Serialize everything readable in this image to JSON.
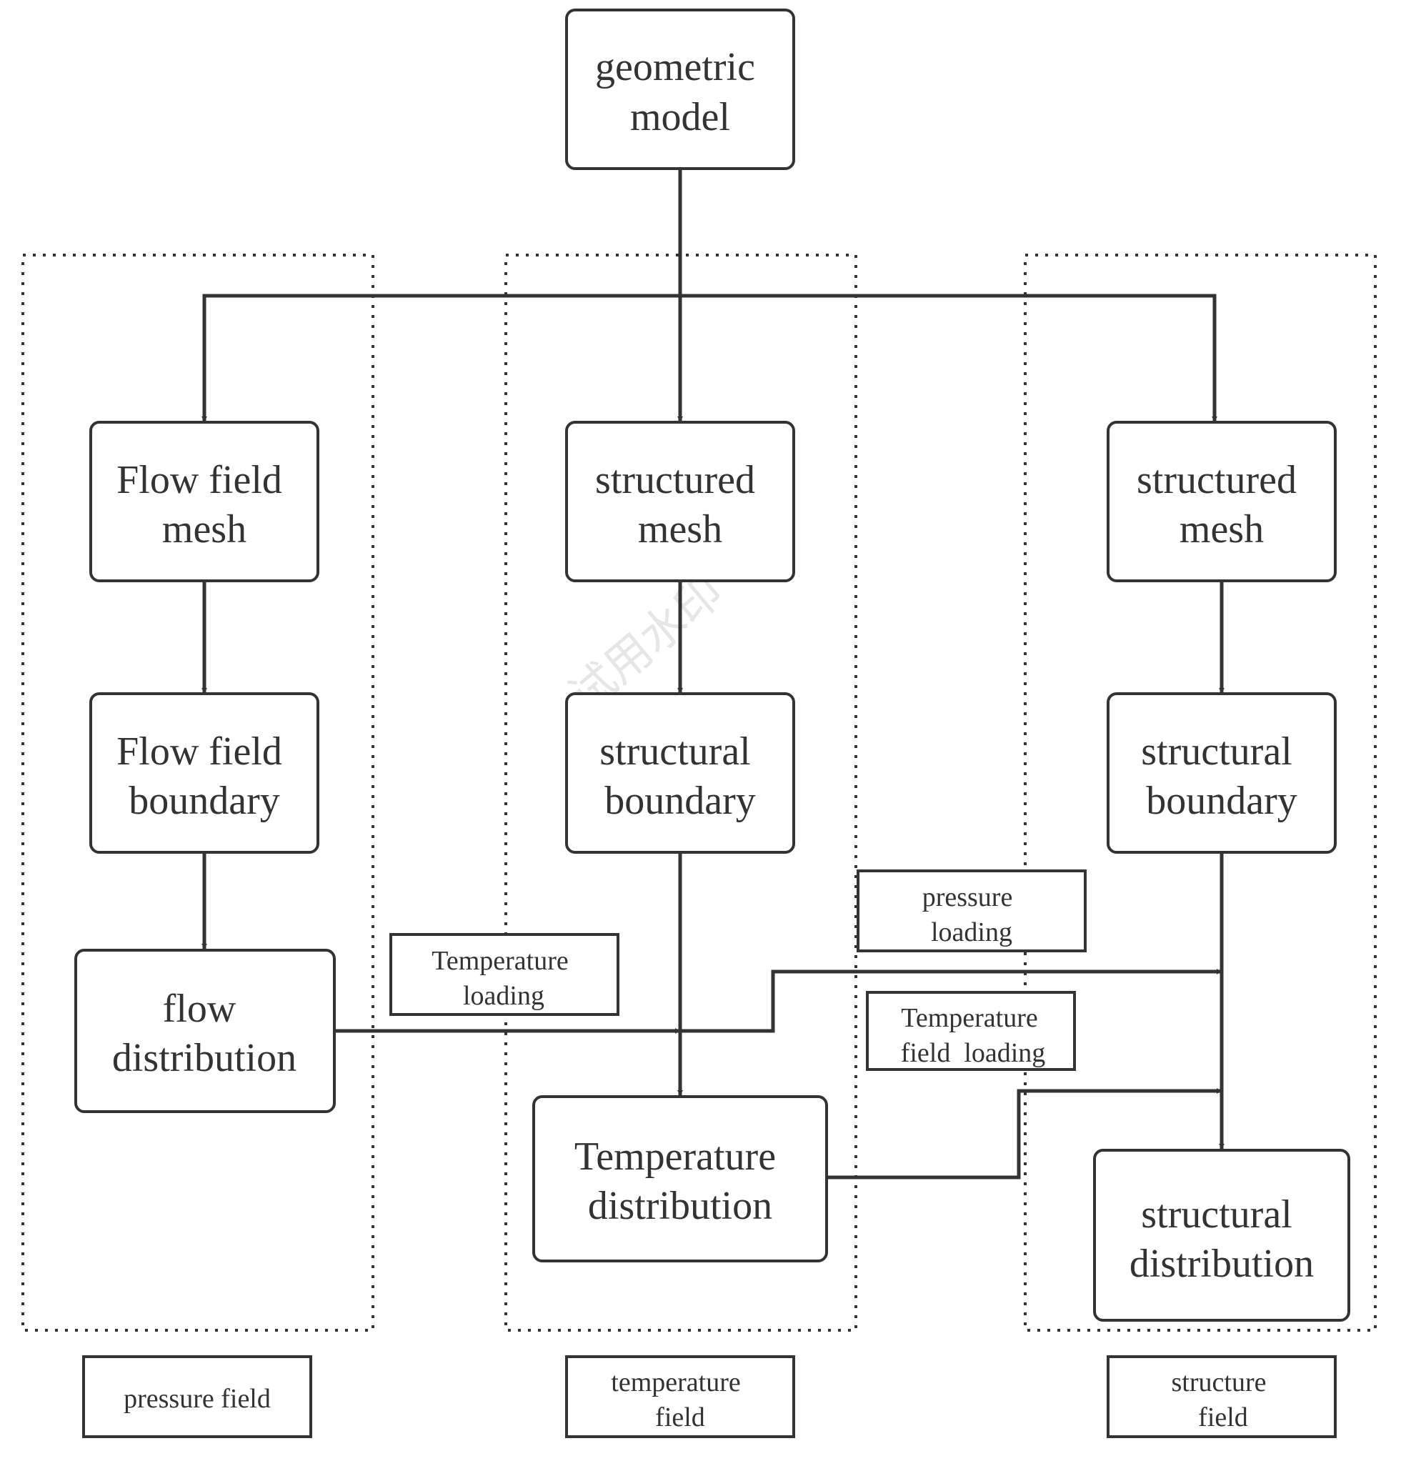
{
  "nodes": {
    "geometric_model": [
      "geometric",
      "model"
    ],
    "flow_field_mesh": [
      "Flow field",
      "mesh"
    ],
    "flow_field_boundary": [
      "Flow field",
      "boundary"
    ],
    "flow_distribution": [
      "flow",
      "distribution"
    ],
    "temp_structured_mesh": [
      "structured",
      "mesh"
    ],
    "temp_structural_boundary": [
      "structural",
      "boundary"
    ],
    "temperature_distribution": [
      "Temperature",
      "distribution"
    ],
    "struct_structured_mesh": [
      "structured",
      "mesh"
    ],
    "struct_structural_boundary": [
      "structural",
      "boundary"
    ],
    "structural_distribution": [
      "structural",
      "distribution"
    ]
  },
  "edge_labels": {
    "temperature_loading": [
      "Temperature",
      "loading"
    ],
    "pressure_loading": [
      "pressure",
      "loading"
    ],
    "temperature_field_loading": [
      "Temperature",
      "field  loading"
    ]
  },
  "groups": {
    "pressure_field": [
      "pressure field"
    ],
    "temperature_field": [
      "temperature",
      "field"
    ],
    "structure_field": [
      "structure",
      "field"
    ]
  },
  "watermark": "试用水印",
  "colors": {
    "stroke": "#333333",
    "background": "#ffffff"
  }
}
